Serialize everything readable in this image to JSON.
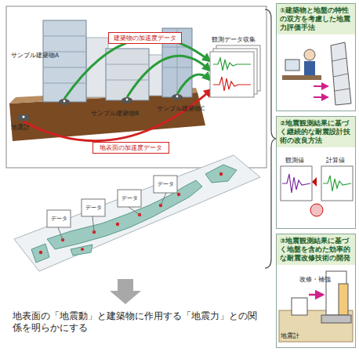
{
  "diagram": {
    "caption": "地表面の「地震動」と建築物に作用する「地震力」との関係を明らかにする",
    "nodes": [
      {
        "text": [
          "建築物の加速度データ"
        ]
      },
      {
        "text": [
          "地表面の加速度データ"
        ]
      },
      {
        "text": [
          "①建築物と地盤の特性の双方を考慮した地震力評価手法"
        ]
      },
      {
        "text": [
          "②地震観測結果に基づく継続的な耐震設計技術の改良方法"
        ]
      },
      {
        "text": [
          "③地震観測結果に基づく地盤を含めた効率的な耐震改修技術の開発"
        ]
      }
    ],
    "labels": [
      "サンプル建築物A",
      "サンプル建築物B",
      "サンプル建築物C",
      "地震計",
      "観測データ収集",
      "データ",
      "データ",
      "データ",
      "データ",
      "観測値",
      "計算値",
      "改修・補強",
      "地震計"
    ]
  }
}
